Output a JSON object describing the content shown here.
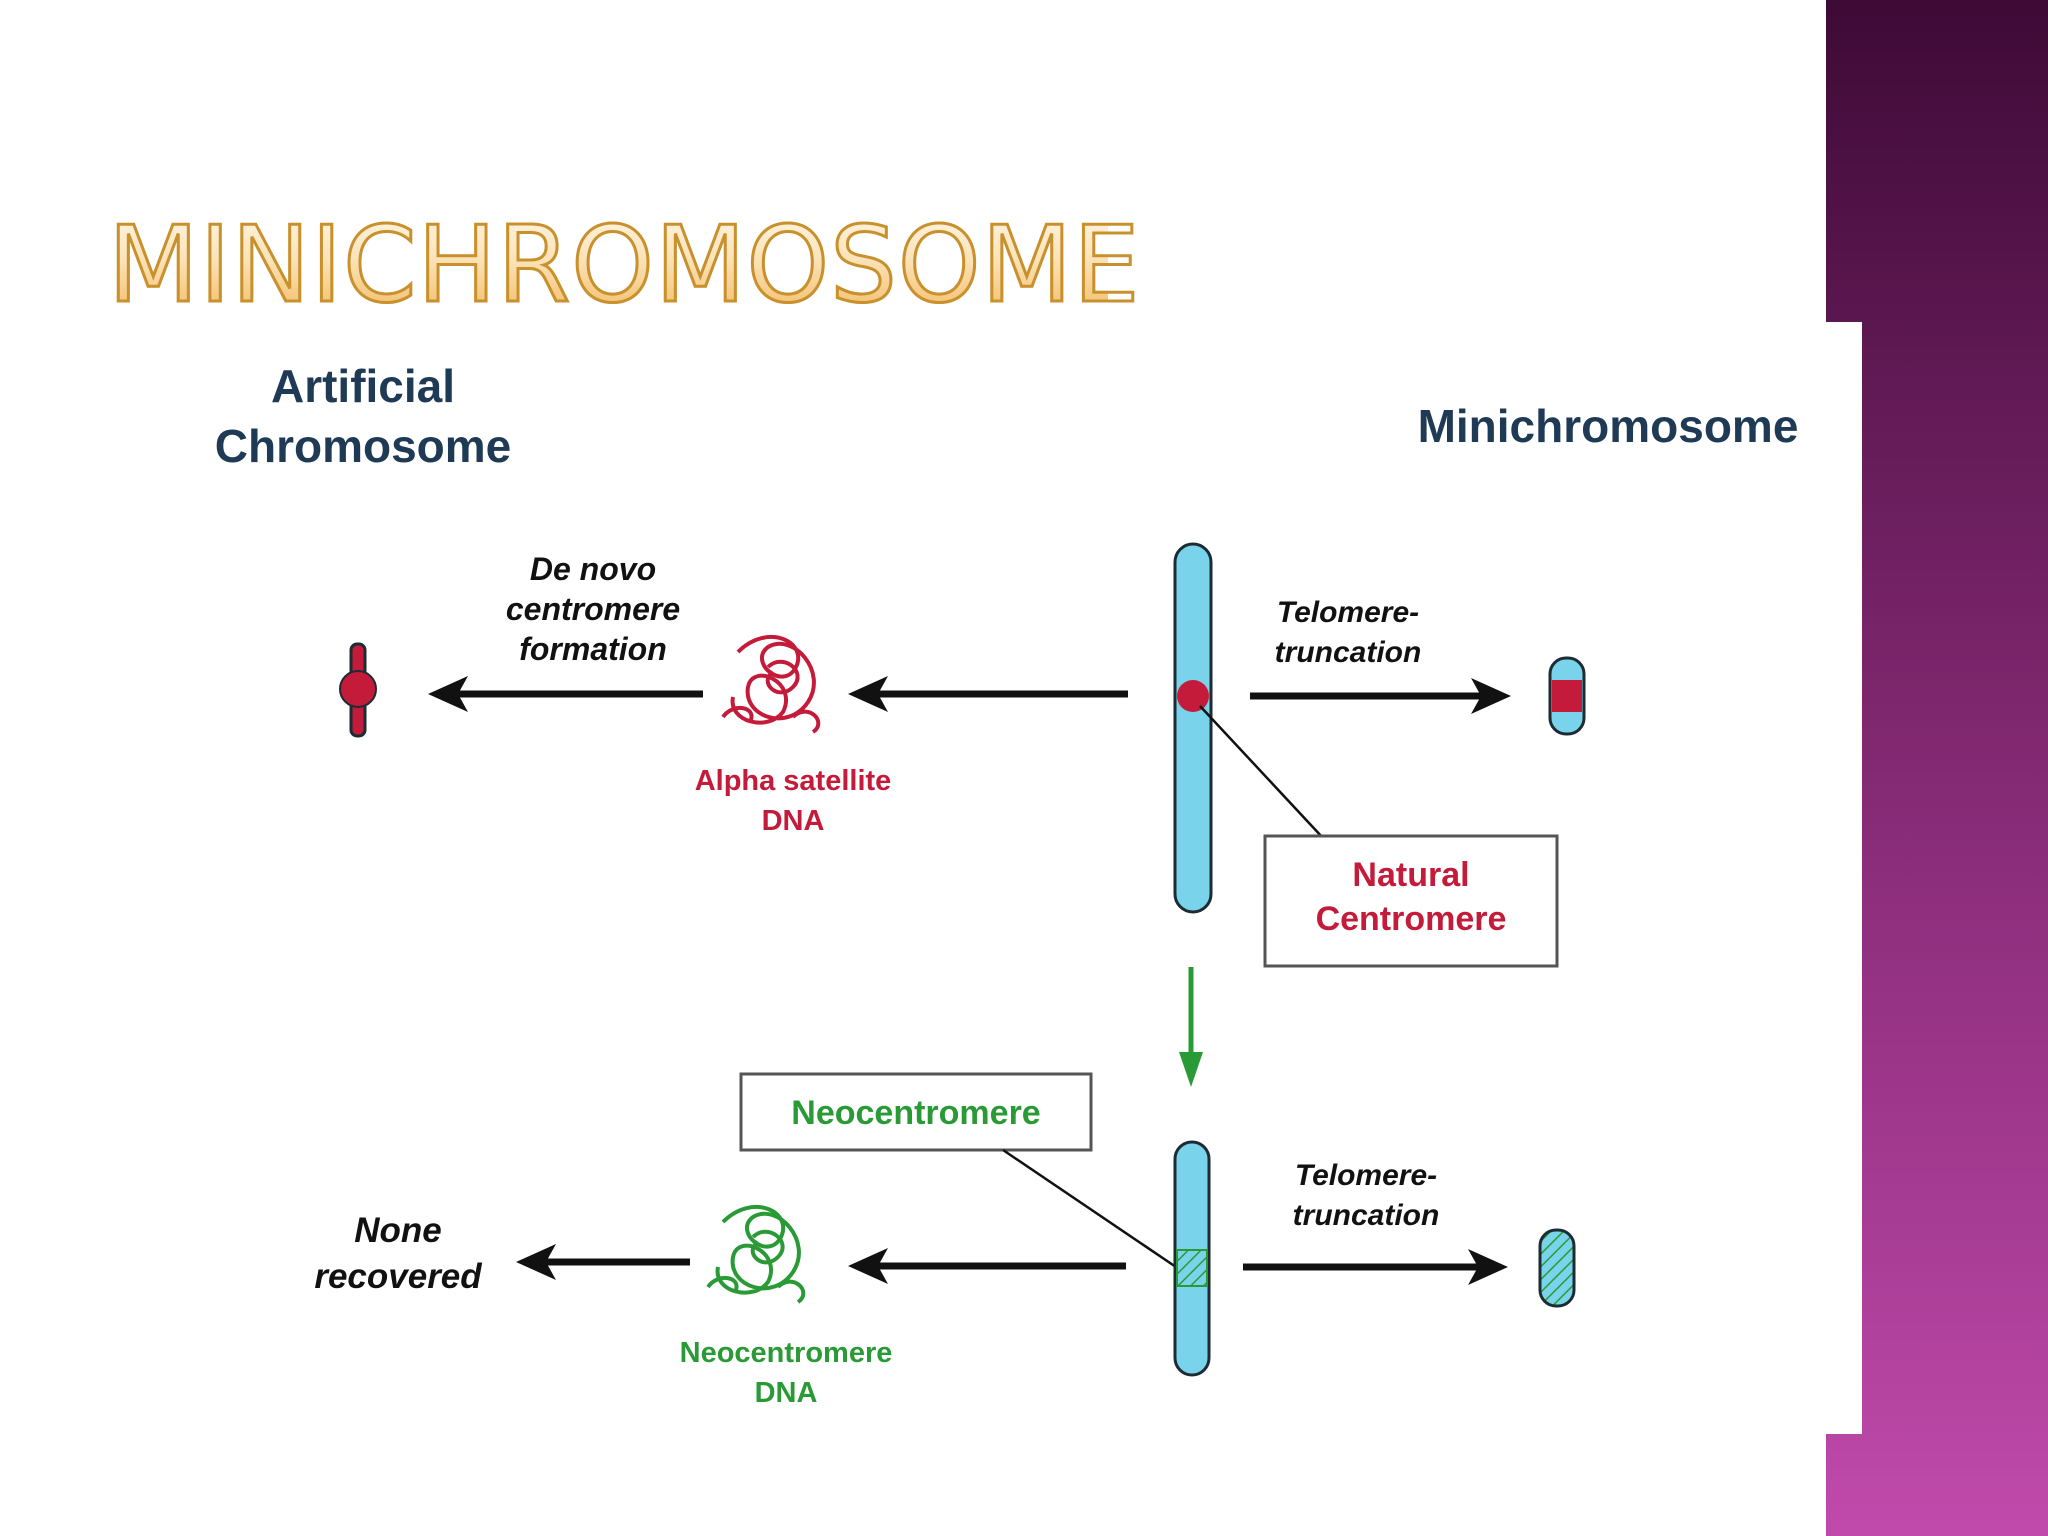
{
  "slide": {
    "title": "MINICHROMOSOME",
    "colors": {
      "title_fill": "#fbe3b8",
      "title_outline": "#c8912e",
      "side_band_top": "#3e0a36",
      "side_band_bottom": "#c04aab"
    }
  },
  "diagram": {
    "headings": {
      "artificial_line1": "Artificial",
      "artificial_line2": "Chromosome",
      "minichromosome": "Minichromosome"
    },
    "top_row": {
      "de_novo_line1": "De novo",
      "de_novo_line2": "centromere",
      "de_novo_line3": "formation",
      "alpha_line1": "Alpha satellite",
      "alpha_line2": "DNA",
      "telomere_line1": "Telomere-",
      "telomere_line2": "truncation",
      "natural_box_line1": "Natural",
      "natural_box_line2": "Centromere"
    },
    "bottom_row": {
      "neocentromere_box": "Neocentromere",
      "none_line1": "None",
      "none_line2": "recovered",
      "neo_dna_line1": "Neocentromere",
      "neo_dna_line2": "DNA",
      "telomere_line1": "Telomere-",
      "telomere_line2": "truncation"
    },
    "colors": {
      "heading": "#1f3a55",
      "red": "#c41b3a",
      "green": "#2a9a36",
      "chromosome": "#79d3ea",
      "outline": "#1d2b33",
      "arrow": "#111111"
    }
  }
}
